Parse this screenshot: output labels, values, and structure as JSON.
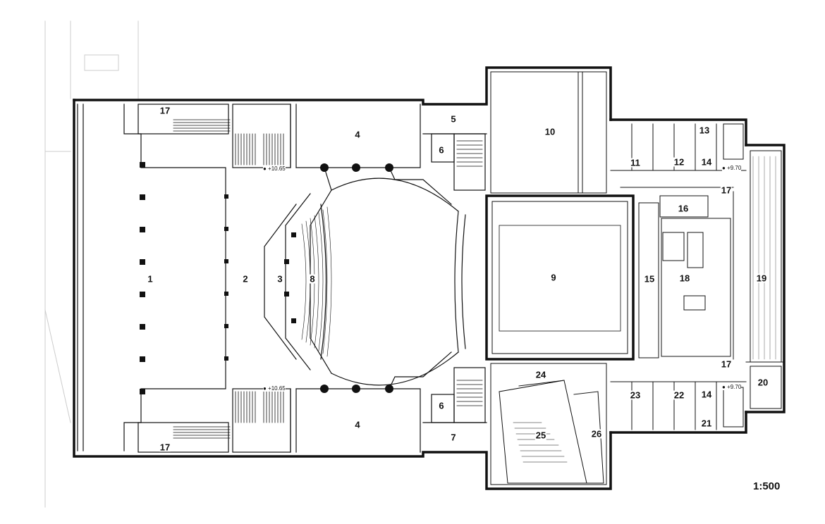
{
  "rooms": {
    "r1": "1",
    "r2": "2",
    "r3": "3",
    "r4a": "4",
    "r4b": "4",
    "r5": "5",
    "r6a": "6",
    "r6b": "6",
    "r7": "7",
    "r8": "8",
    "r9": "9",
    "r10": "10",
    "r11": "11",
    "r12": "12",
    "r13": "13",
    "r14a": "14",
    "r14b": "14",
    "r15": "15",
    "r16": "16",
    "r17a": "17",
    "r17b": "17",
    "r17c": "17",
    "r17d": "17",
    "r18": "18",
    "r19": "19",
    "r20": "20",
    "r21": "21",
    "r22": "22",
    "r23": "23",
    "r24": "24",
    "r25": "25",
    "r26": "26"
  },
  "elevations": {
    "e1": "+10.65",
    "e2": "+10.65",
    "e3": "+9.70",
    "e4": "+9.70"
  },
  "scale": "1:500"
}
